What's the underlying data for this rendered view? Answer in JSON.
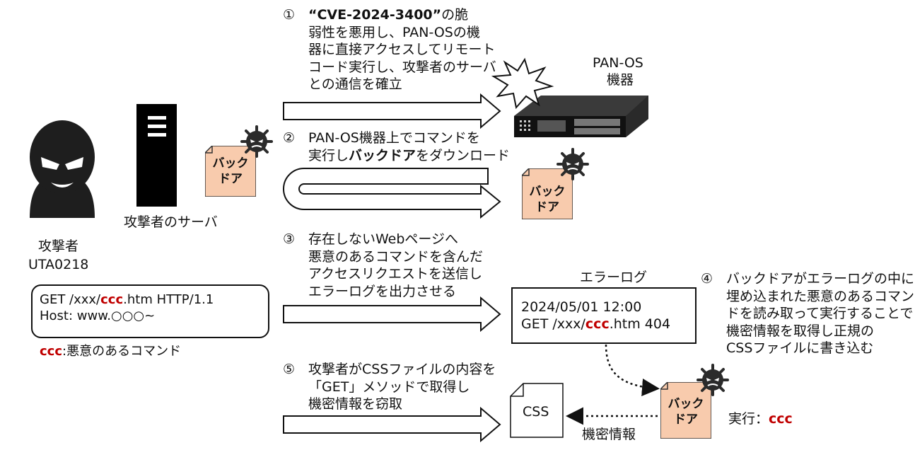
{
  "attacker": {
    "name": "攻撃者",
    "id": "UTA0218"
  },
  "server": {
    "label": "攻撃者のサーバ"
  },
  "backdoor": {
    "line1": "バック",
    "line2": "ドア"
  },
  "device": {
    "line1": "PAN-OS",
    "line2": "機器"
  },
  "steps": [
    {
      "num": "①",
      "lines": [
        "“CVE-2024-3400”の脆",
        "弱性を悪用し、PAN-OSの機",
        "器に直接アクセスしてリモート",
        "コード実行し、攻撃者のサーバ",
        "との通信を確立"
      ]
    },
    {
      "num": "②",
      "lines": [
        "PAN-OS機器上でコマンドを",
        "実行しバックドアをダウンロード"
      ]
    },
    {
      "num": "③",
      "lines": [
        "存在しないWebページへ",
        "悪意のあるコマンドを含んだ",
        "アクセスリクエストを送信し",
        "エラーログを出力させる"
      ]
    },
    {
      "num": "④",
      "lines": [
        "バックドアがエラーログの中に",
        "埋め込まれた悪意のあるコマン",
        "ドを読み取って実行することで",
        "機密情報を取得し正規の",
        "CSSファイルに書き込む"
      ]
    },
    {
      "num": "⑤",
      "lines": [
        "攻撃者がCSSファイルの内容を",
        "「GET」メソッドで取得し",
        "機密情報を窃取"
      ]
    }
  ],
  "request": {
    "line1_pre": "GET /xxx/",
    "line1_cmd": "ccc",
    "line1_post": ".htm  HTTP/1.1",
    "line2": "Host:  www.○○○~"
  },
  "legend": {
    "cmd": "ccc",
    "desc": ":悪意のあるコマンド"
  },
  "errorlog": {
    "title": "エラーログ",
    "line1": "2024/05/01  12:00",
    "line2_pre": "GET /xxx/",
    "line2_cmd": "ccc",
    "line2_post": ".htm  404"
  },
  "css_file": {
    "label": "CSS"
  },
  "secret_label": "機密情報",
  "exec": {
    "label": "実行：",
    "cmd": "ccc"
  }
}
